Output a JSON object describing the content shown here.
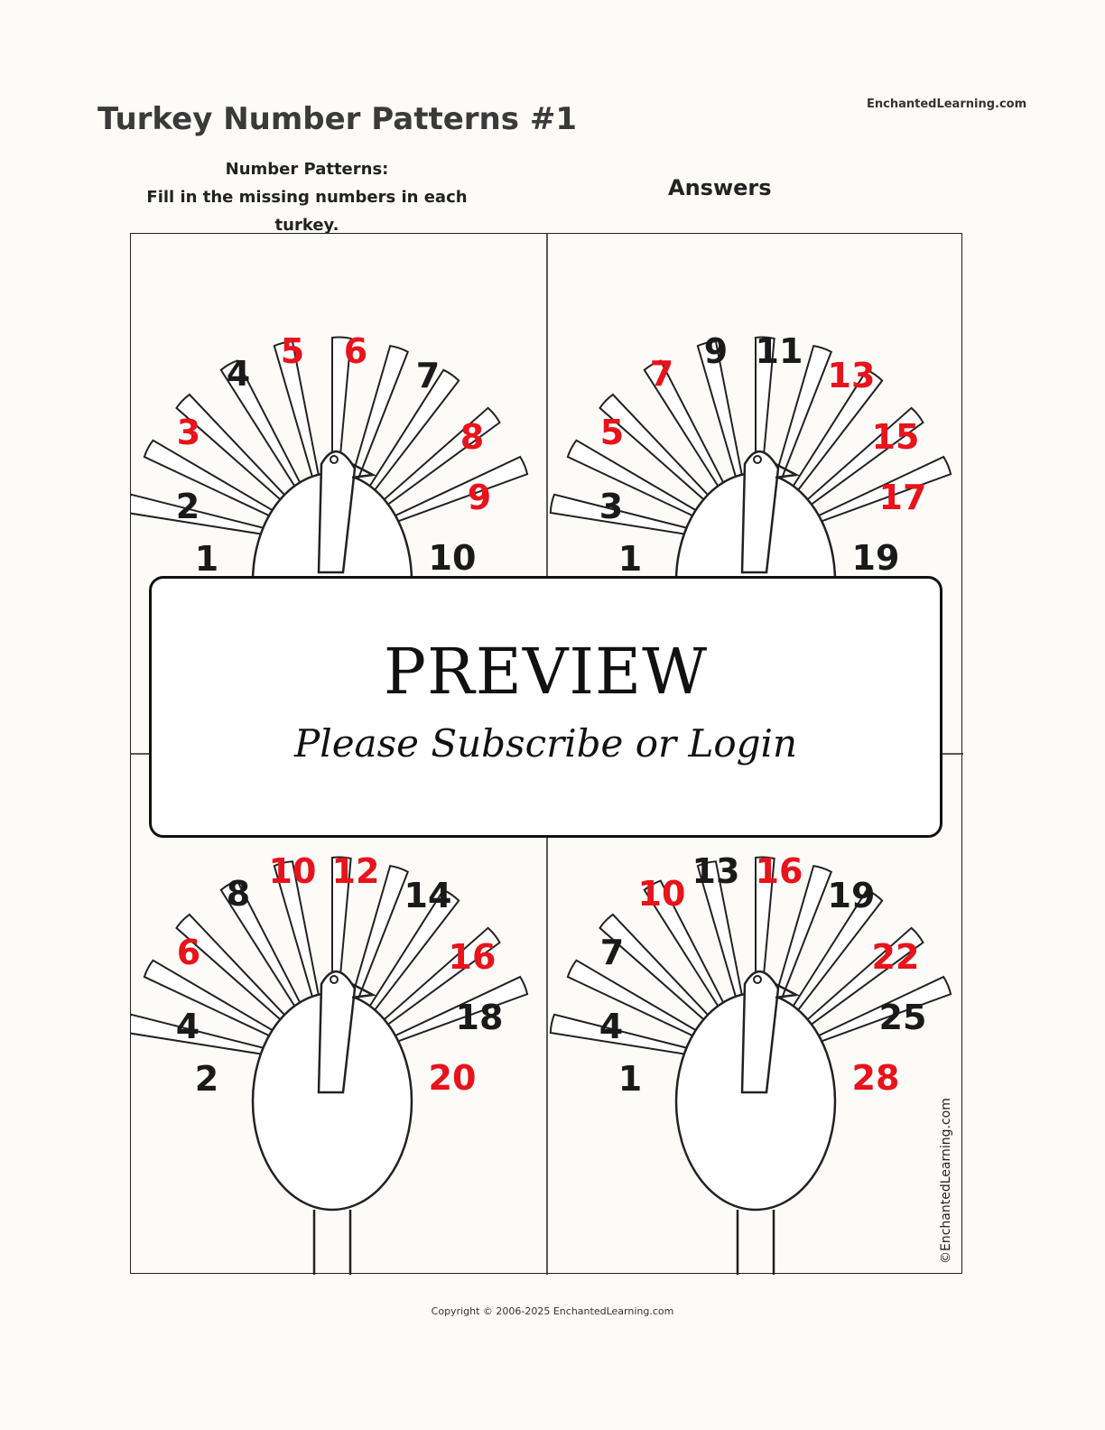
{
  "header": {
    "title": "Turkey Number Patterns #1",
    "site": "EnchantedLearning.com"
  },
  "instructions": {
    "line1": "Number Patterns:",
    "line2": "Fill in the missing numbers in each turkey."
  },
  "answers_label": "Answers",
  "turkeys": [
    {
      "numbers": [
        {
          "v": "1",
          "red": false
        },
        {
          "v": "2",
          "red": false
        },
        {
          "v": "3",
          "red": true
        },
        {
          "v": "4",
          "red": false
        },
        {
          "v": "5",
          "red": true
        },
        {
          "v": "6",
          "red": true
        },
        {
          "v": "7",
          "red": false
        },
        {
          "v": "8",
          "red": true
        },
        {
          "v": "9",
          "red": true
        },
        {
          "v": "10",
          "red": false
        }
      ]
    },
    {
      "numbers": [
        {
          "v": "1",
          "red": false
        },
        {
          "v": "3",
          "red": false
        },
        {
          "v": "5",
          "red": true
        },
        {
          "v": "7",
          "red": true
        },
        {
          "v": "9",
          "red": false
        },
        {
          "v": "11",
          "red": false
        },
        {
          "v": "13",
          "red": true
        },
        {
          "v": "15",
          "red": true
        },
        {
          "v": "17",
          "red": true
        },
        {
          "v": "19",
          "red": false
        }
      ]
    },
    {
      "numbers": [
        {
          "v": "2",
          "red": false
        },
        {
          "v": "4",
          "red": false
        },
        {
          "v": "6",
          "red": true
        },
        {
          "v": "8",
          "red": false
        },
        {
          "v": "10",
          "red": true
        },
        {
          "v": "12",
          "red": true
        },
        {
          "v": "14",
          "red": false
        },
        {
          "v": "16",
          "red": true
        },
        {
          "v": "18",
          "red": false
        },
        {
          "v": "20",
          "red": true
        }
      ]
    },
    {
      "numbers": [
        {
          "v": "1",
          "red": false
        },
        {
          "v": "4",
          "red": false
        },
        {
          "v": "7",
          "red": false
        },
        {
          "v": "10",
          "red": true
        },
        {
          "v": "13",
          "red": false
        },
        {
          "v": "16",
          "red": true
        },
        {
          "v": "19",
          "red": false
        },
        {
          "v": "22",
          "red": true
        },
        {
          "v": "25",
          "red": false
        },
        {
          "v": "28",
          "red": true
        }
      ]
    }
  ],
  "colors": {
    "red": "#e8131b",
    "black": "#1a1a1a"
  },
  "preview": {
    "heading": "PREVIEW",
    "subtext": "Please Subscribe or Login"
  },
  "watermark": "©EnchantedLearning.com",
  "footer": {
    "copyright": "Copyright © 2006-2025 EnchantedLearning.com"
  }
}
